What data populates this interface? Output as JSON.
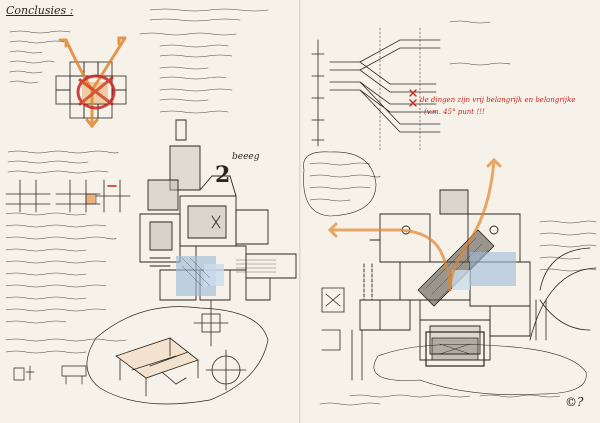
{
  "sheet": {
    "heading_left": "Conclusies :",
    "big_numeral": "2",
    "big_numeral_tag": "beeeg",
    "red_note_line1": "de dingen zijn vrij belangrijk en belangrijke",
    "red_note_line2": "(v.m. 45° punt !!!",
    "signature": "©?",
    "colors": {
      "paper": "#f6f2e9",
      "ink": "#2a2620",
      "orange": "#e2862f",
      "red": "#c7261e",
      "blue": "#9fbbd8",
      "blue_light": "#cadcec",
      "grey_wash": "#bfb9ad"
    }
  }
}
